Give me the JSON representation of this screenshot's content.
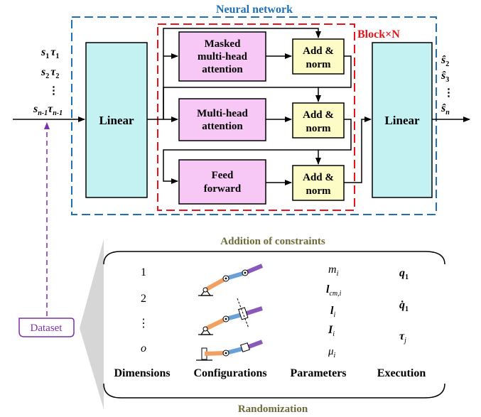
{
  "network": {
    "title": "Neural network",
    "block_label": "Block×N",
    "linear_left": "Linear",
    "linear_right": "Linear",
    "masked_line1": "Masked",
    "masked_line2": "multi-head",
    "masked_line3": "attention",
    "mha_line1": "Multi-head",
    "mha_line2": "attention",
    "ff_line1": "Feed",
    "ff_line2": "forward",
    "addnorm_line1": "Add &",
    "addnorm_line2": "norm",
    "colors": {
      "outer_border": "#1f6fb5",
      "block_border": "#e8141c",
      "linear_fill": "#c4f2f3",
      "pink_fill": "#f7c7f5",
      "addnorm_fill": "#fdfcc6",
      "title_color": "#1f6fb5",
      "block_color": "#e8141c"
    }
  },
  "inputs": {
    "row1": [
      "s",
      "1",
      "τ",
      "1"
    ],
    "row2": [
      "s",
      "2",
      "τ",
      "2"
    ],
    "row3": "⋮",
    "row4": [
      "s",
      "n-1",
      "τ",
      "n-1"
    ]
  },
  "outputs": {
    "row1": [
      "ŝ",
      "2"
    ],
    "row2": [
      "ŝ",
      "3"
    ],
    "row3": "⋮",
    "row4": [
      "ŝ",
      "n"
    ]
  },
  "dataset_label": "Dataset",
  "constraints": {
    "top_title": "Addition of constraints",
    "bottom_title": "Randomization",
    "dims": [
      "1",
      "2",
      "⋮",
      "o"
    ],
    "params": [
      [
        "m",
        "i"
      ],
      [
        "l",
        "cm,i"
      ],
      [
        "l",
        "i"
      ],
      [
        "I",
        "i"
      ],
      [
        "μ",
        "i"
      ]
    ],
    "exec": [
      [
        "q",
        "1"
      ],
      [
        "q̇",
        "1"
      ],
      [
        "τ",
        "j"
      ]
    ],
    "col_dimensions": "Dimensions",
    "col_configurations": "Configurations",
    "col_parameters": "Parameters",
    "col_execution": "Execution",
    "colors": {
      "title_color": "#6b6b3a",
      "purple": "#7b2fa8"
    }
  }
}
